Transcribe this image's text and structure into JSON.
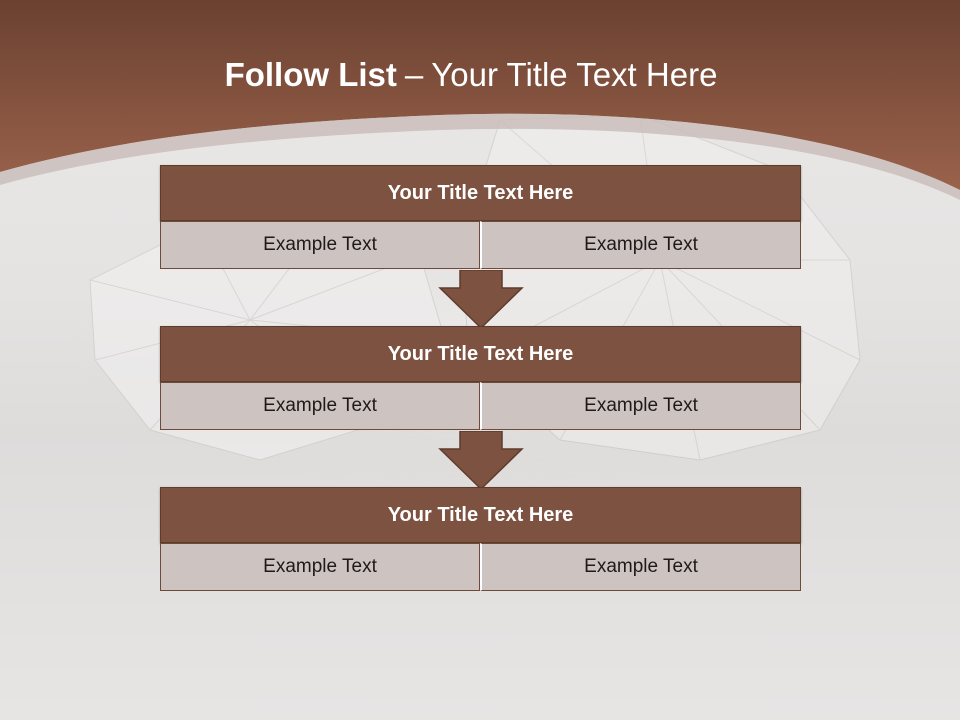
{
  "slide": {
    "title_bold": "Follow List",
    "title_separator": "–",
    "title_rest": "Your Title Text Here"
  },
  "blocks": [
    {
      "title": "Your Title Text Here",
      "cells": [
        "Example Text",
        "Example Text"
      ]
    },
    {
      "title": "Your Title Text Here",
      "cells": [
        "Example Text",
        "Example Text"
      ]
    },
    {
      "title": "Your Title Text Here",
      "cells": [
        "Example Text",
        "Example Text"
      ]
    }
  ],
  "colors": {
    "header_band": "#8a5642",
    "block_header": "#7e5240",
    "cell_fill": "#cdc3c0",
    "background": "#e6e4e3"
  }
}
